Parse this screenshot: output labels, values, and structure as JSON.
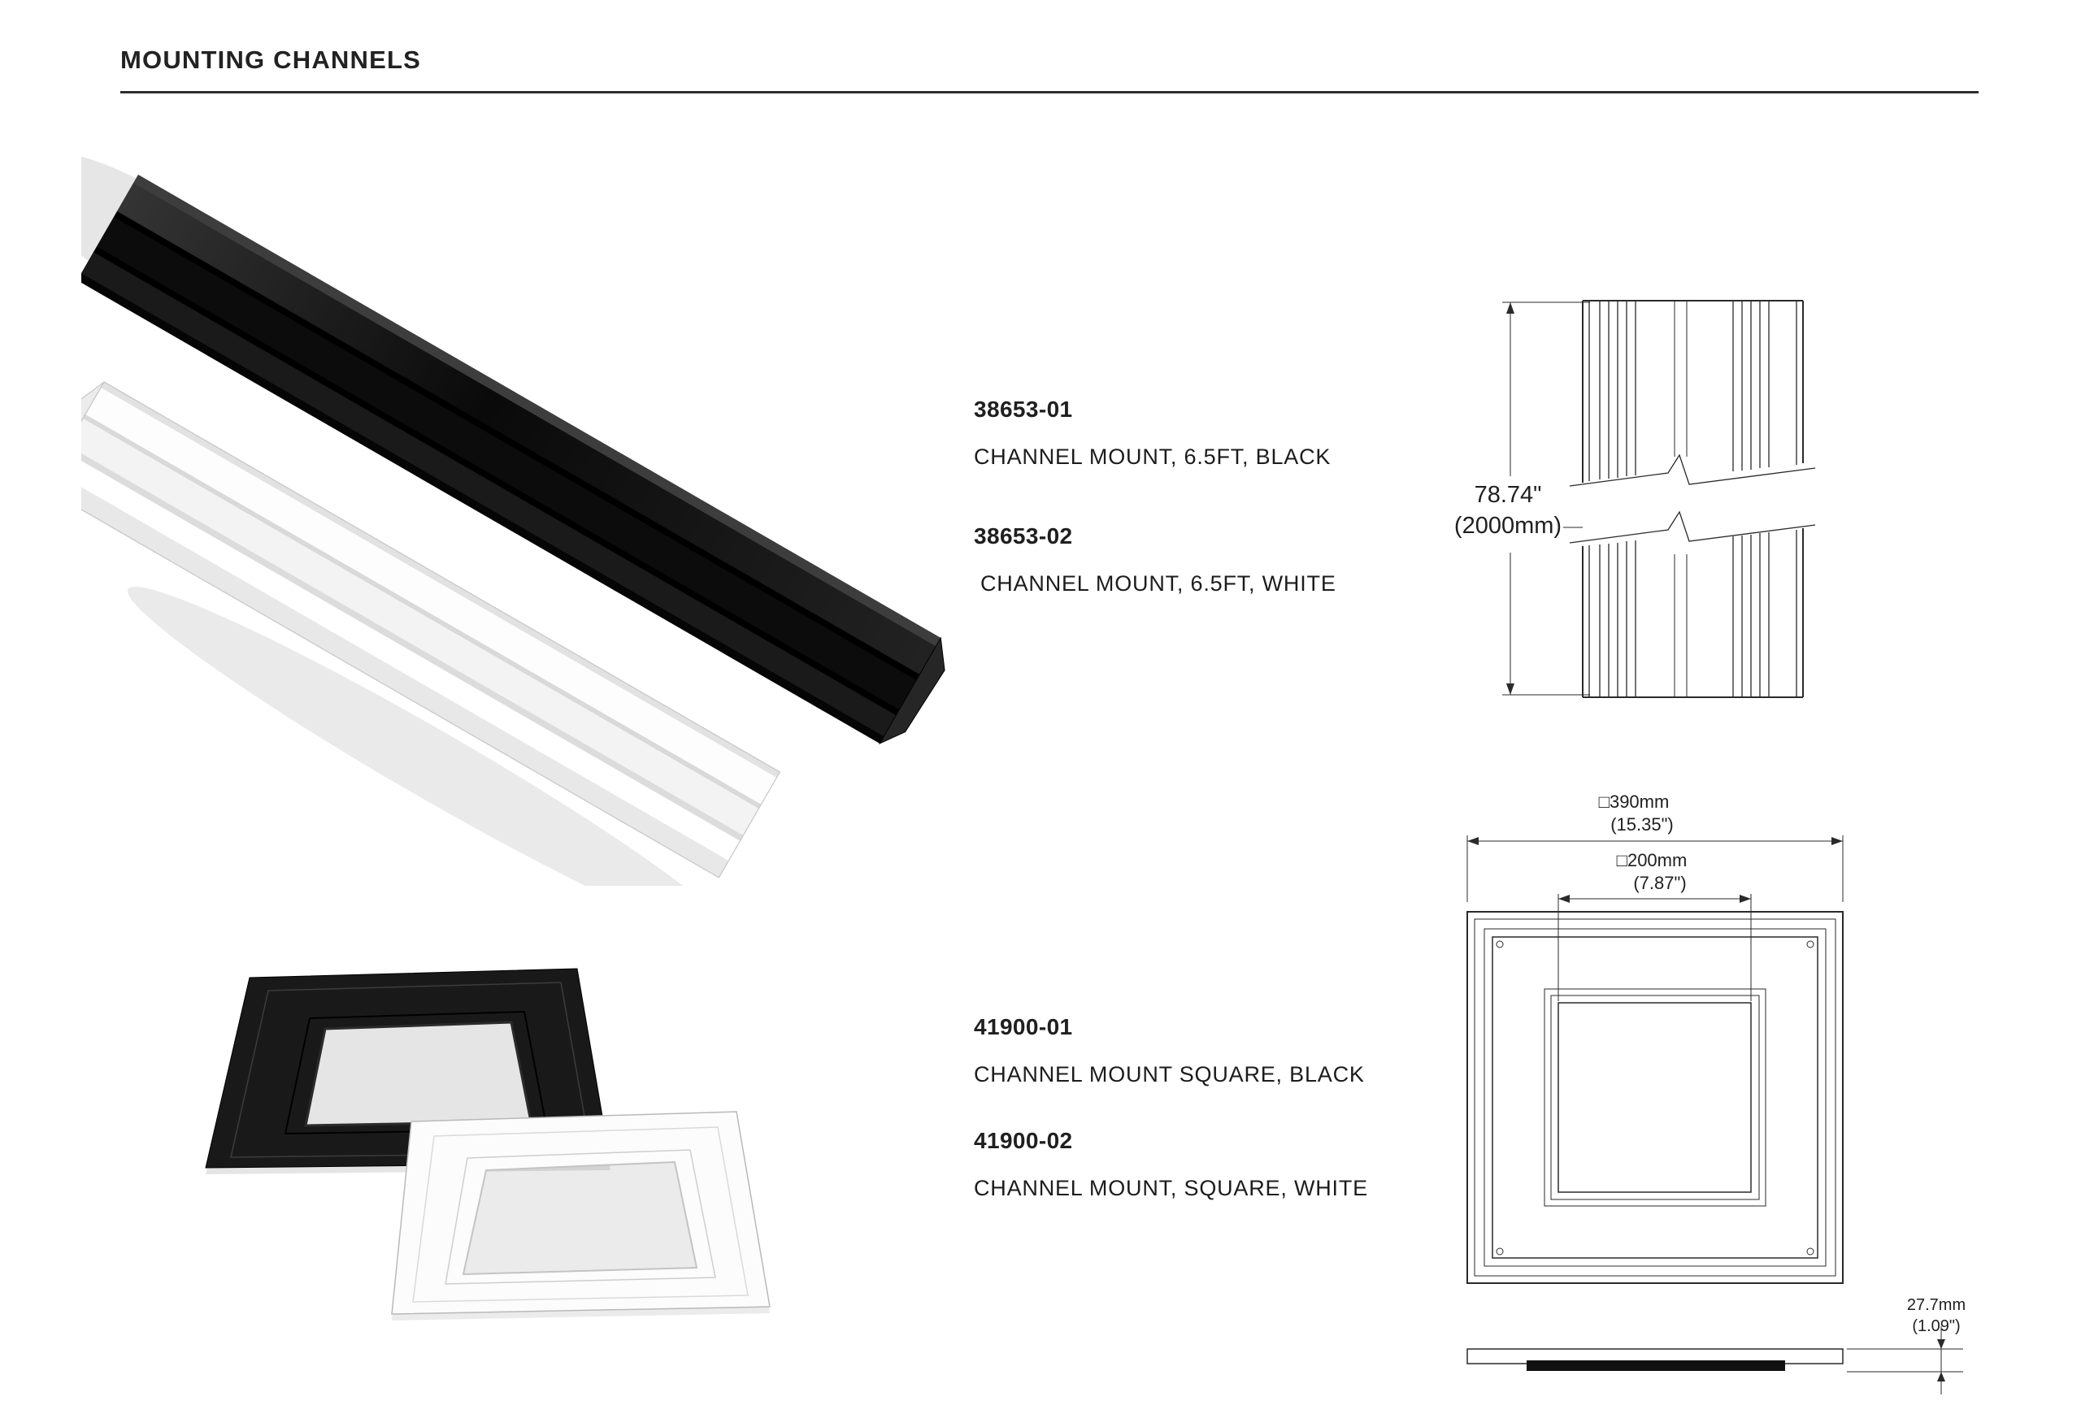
{
  "page": {
    "title": "MOUNTING CHANNELS"
  },
  "colors": {
    "text": "#1f1f1f",
    "rule": "#2e2e2e",
    "drawing_line": "#2a2a2a",
    "variant_black": "#111111",
    "variant_white": "#fafafa"
  },
  "products": [
    {
      "variants": [
        {
          "code": "38653-01",
          "name": "CHANNEL MOUNT, 6.5FT, BLACK"
        },
        {
          "code": "38653-02",
          "name": "CHANNEL MOUNT, 6.5FT, WHITE"
        }
      ],
      "drawing": {
        "length_in": "78.74\"",
        "length_mm": "(2000mm)"
      }
    },
    {
      "variants": [
        {
          "code": "41900-01",
          "name": "CHANNEL MOUNT SQUARE, BLACK"
        },
        {
          "code": "41900-02",
          "name": "CHANNEL MOUNT, SQUARE, WHITE"
        }
      ],
      "drawing": {
        "outer_mm": "□390mm",
        "outer_in": "(15.35\")",
        "inner_mm": "□200mm",
        "inner_in": "(7.87\")",
        "height_mm": "27.7mm",
        "height_in": "(1.09\")"
      }
    }
  ]
}
